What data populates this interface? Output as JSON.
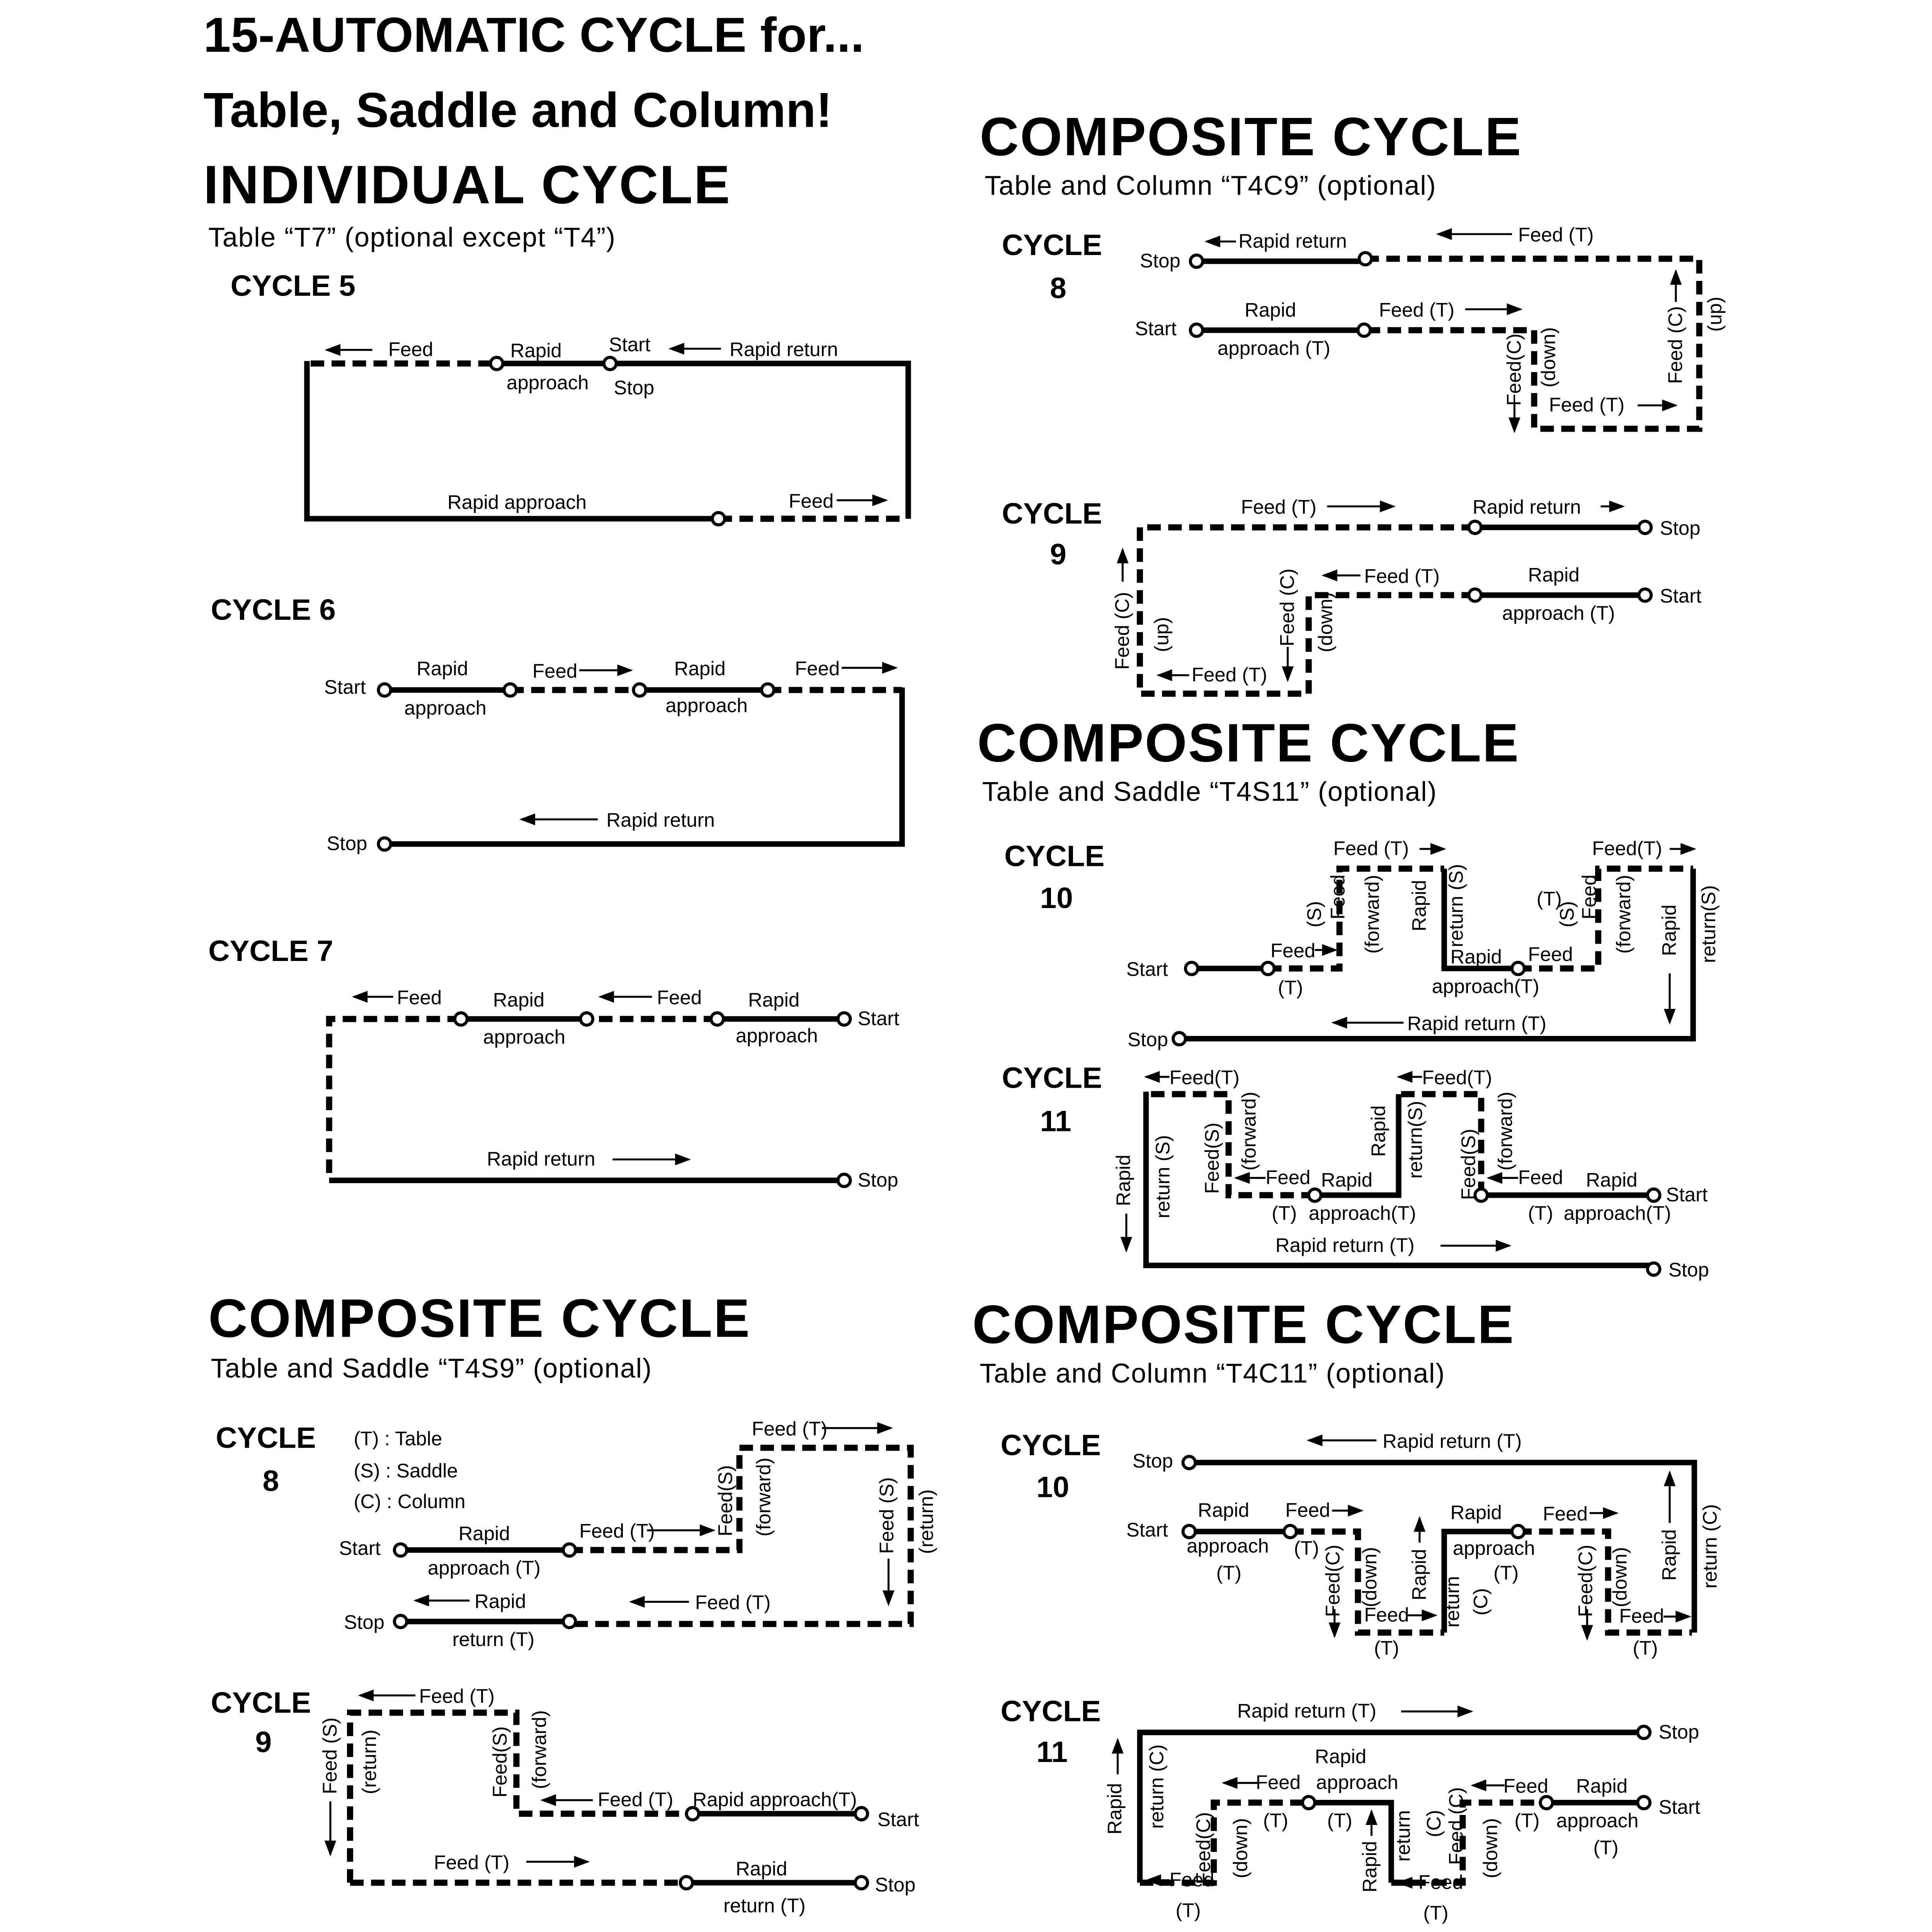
{
  "header": {
    "line1": "15-AUTOMATIC CYCLE for...",
    "line2": "Table, Saddle and Column!"
  },
  "individual": {
    "title": "INDIVIDUAL CYCLE",
    "subtitle": "Table “T7” (optional except “T4”)",
    "c5": {
      "name": "CYCLE 5",
      "l": [
        "Feed",
        "Rapid",
        "approach",
        "Start",
        "Stop",
        "Rapid return",
        "Rapid approach",
        "Feed"
      ]
    },
    "c6": {
      "name": "CYCLE 6",
      "l": [
        "Start",
        "Rapid",
        "approach",
        "Feed",
        "Rapid",
        "approach",
        "Feed",
        "Rapid return",
        "Stop"
      ]
    },
    "c7": {
      "name": "CYCLE 7",
      "l": [
        "Feed",
        "Rapid",
        "approach",
        "Feed",
        "Rapid",
        "approach",
        "Start",
        "Rapid return",
        "Stop"
      ]
    }
  },
  "t4s9": {
    "title": "COMPOSITE CYCLE",
    "subtitle": "Table and Saddle “T4S9” (optional)",
    "legend": [
      "(T) : Table",
      "(S) : Saddle",
      "(C) : Column"
    ],
    "c8": {
      "name": "CYCLE",
      "num": "8",
      "l": [
        "Start",
        "Rapid",
        "approach (T)",
        "Feed (T)",
        "Feed(S)",
        "(forward)",
        "Feed (T)",
        "Feed (S)",
        "(return)",
        "Rapid",
        "return (T)",
        "Feed (T)",
        "Stop"
      ]
    },
    "c9": {
      "name": "CYCLE",
      "num": "9",
      "l": [
        "Feed (T)",
        "Feed (S)",
        "(return)",
        "Feed(S)",
        "(forward)",
        "Feed (T)",
        "Rapid approach(T)",
        "Start",
        "Feed (T)",
        "Rapid",
        "return (T)",
        "Stop"
      ]
    }
  },
  "t4c9": {
    "title": "COMPOSITE CYCLE",
    "subtitle": "Table and Column “T4C9” (optional)",
    "c8": {
      "name": "CYCLE",
      "num": "8",
      "l": [
        "Stop",
        "Rapid return",
        "Feed (T)",
        "Start",
        "Rapid",
        "approach (T)",
        "Feed (T)",
        "Feed(C)",
        "(down)",
        "Feed (T)",
        "Feed (C)",
        "(up)"
      ]
    },
    "c9": {
      "name": "CYCLE",
      "num": "9",
      "l": [
        "Feed (T)",
        "Rapid return",
        "Stop",
        "Feed (T)",
        "Rapid",
        "approach (T)",
        "Start",
        "Feed (C)",
        "(up)",
        "Feed (T)",
        "Feed (C)",
        "(down)"
      ]
    }
  },
  "t4s11": {
    "title": "COMPOSITE CYCLE",
    "subtitle": "Table and Saddle “T4S11” (optional)",
    "c10": {
      "name": "CYCLE",
      "num": "10",
      "l": [
        "Start",
        "Feed",
        "(T)",
        "(S)",
        "Feed",
        "(forward)",
        "Feed (T)",
        "Rapid",
        "return (S)",
        "Rapid",
        "approach(T)",
        "(T)",
        "Feed",
        "(S)",
        "Feed",
        "(forward)",
        "Feed(T)",
        "Rapid",
        "return(S)",
        "Rapid return (T)",
        "Stop"
      ]
    },
    "c11": {
      "name": "CYCLE",
      "num": "11",
      "l": [
        "Feed(T)",
        "Rapid",
        "return (S)",
        "Feed(S)",
        "(forward)",
        "Feed",
        "(T)",
        "Rapid",
        "approach(T)",
        "Feed(T)",
        "Rapid",
        "return(S)",
        "Feed(S)",
        "(forward)",
        "Feed",
        "(T)",
        "Rapid",
        "approach(T)",
        "Start",
        "Rapid return (T)",
        "Stop"
      ]
    }
  },
  "t4c11": {
    "title": "COMPOSITE CYCLE",
    "subtitle": "Table and Column “T4C11” (optional)",
    "c10": {
      "name": "CYCLE",
      "num": "10",
      "l": [
        "Stop",
        "Rapid return (T)",
        "Start",
        "Rapid",
        "approach",
        "(T)",
        "Feed",
        "(T)",
        "Feed(C)",
        "(down)",
        "Feed",
        "(T)",
        "Rapid",
        "return",
        "(C)",
        "Rapid",
        "approach",
        "(T)",
        "Feed",
        "Feed(C)",
        "(down)",
        "Feed",
        "(T)",
        "Rapid",
        "return (C)"
      ]
    },
    "c11": {
      "name": "CYCLE",
      "num": "11",
      "l": [
        "Rapid return (T)",
        "Stop",
        "Rapid",
        "return (C)",
        "Feed",
        "(T)",
        "Feed(C)",
        "(down)",
        "Feed",
        "(T)",
        "Rapid",
        "approach",
        "(T)",
        "Rapid",
        "return",
        "(C)",
        "Feed",
        "(T)",
        "Feed (C)",
        "(down)",
        "Feed",
        "(T)",
        "Rapid",
        "approach",
        "(T)",
        "Start"
      ]
    }
  }
}
